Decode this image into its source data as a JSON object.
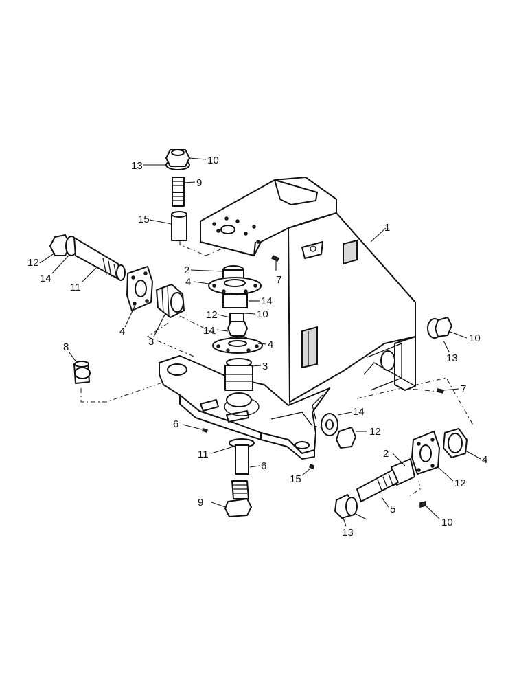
{
  "callouts": [
    {
      "id": "c13a",
      "text": "13"
    },
    {
      "id": "c10a",
      "text": "10"
    },
    {
      "id": "c9a",
      "text": "9"
    },
    {
      "id": "c15a",
      "text": "15"
    },
    {
      "id": "c1",
      "text": "1"
    },
    {
      "id": "c12a",
      "text": "12"
    },
    {
      "id": "c14a",
      "text": "14"
    },
    {
      "id": "c11a",
      "text": "11"
    },
    {
      "id": "c2a",
      "text": "2"
    },
    {
      "id": "c4a",
      "text": "4"
    },
    {
      "id": "c7a",
      "text": "7"
    },
    {
      "id": "c14b",
      "text": "14"
    },
    {
      "id": "c10b",
      "text": "10"
    },
    {
      "id": "c4b",
      "text": "4"
    },
    {
      "id": "c3a",
      "text": "3"
    },
    {
      "id": "c12b",
      "text": "12"
    },
    {
      "id": "c14c",
      "text": "14"
    },
    {
      "id": "c4c",
      "text": "4"
    },
    {
      "id": "c8",
      "text": "8"
    },
    {
      "id": "c3b",
      "text": "3"
    },
    {
      "id": "c10c",
      "text": "10"
    },
    {
      "id": "c13b",
      "text": "13"
    },
    {
      "id": "c7b",
      "text": "7"
    },
    {
      "id": "c6a",
      "text": "6"
    },
    {
      "id": "c14d",
      "text": "14"
    },
    {
      "id": "c12c",
      "text": "12"
    },
    {
      "id": "c11b",
      "text": "11"
    },
    {
      "id": "c6b",
      "text": "6"
    },
    {
      "id": "c15b",
      "text": "15"
    },
    {
      "id": "c2b",
      "text": "2"
    },
    {
      "id": "c4d",
      "text": "4"
    },
    {
      "id": "c12d",
      "text": "12"
    },
    {
      "id": "c9b",
      "text": "9"
    },
    {
      "id": "c5",
      "text": "5"
    },
    {
      "id": "c10d",
      "text": "10"
    },
    {
      "id": "c13c",
      "text": "13"
    }
  ]
}
